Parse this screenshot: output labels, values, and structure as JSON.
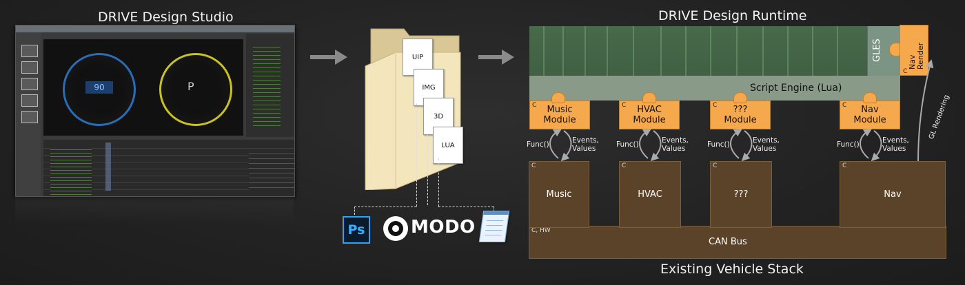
{
  "left_title": "DRIVE Design Studio",
  "runtime_title": "DRIVE Design Runtime",
  "bottom_title": "Existing Vehicle Stack",
  "studio_screenshot": {
    "gauge_speed": "90",
    "gauge_gear": "P"
  },
  "files": [
    "UIP",
    "IMG",
    "3D",
    "LUA"
  ],
  "tools": {
    "ps": "Ps",
    "modo": "MODO"
  },
  "runtime": {
    "script_engine": "Script Engine (Lua)",
    "gles": "GLES",
    "nav_render": "Nav Render",
    "corner_c": "C",
    "modules": [
      "Music Module",
      "HVAC Module",
      "??? Module",
      "Nav Module"
    ],
    "func": "Func()",
    "events": "Events, Values",
    "gl_rendering": "GL Rendering"
  },
  "stack": {
    "boxes": [
      "Music",
      "HVAC",
      "???",
      "Nav"
    ],
    "corner_c": "C",
    "bus": "CAN Bus",
    "bus_corner": "C, HW"
  }
}
